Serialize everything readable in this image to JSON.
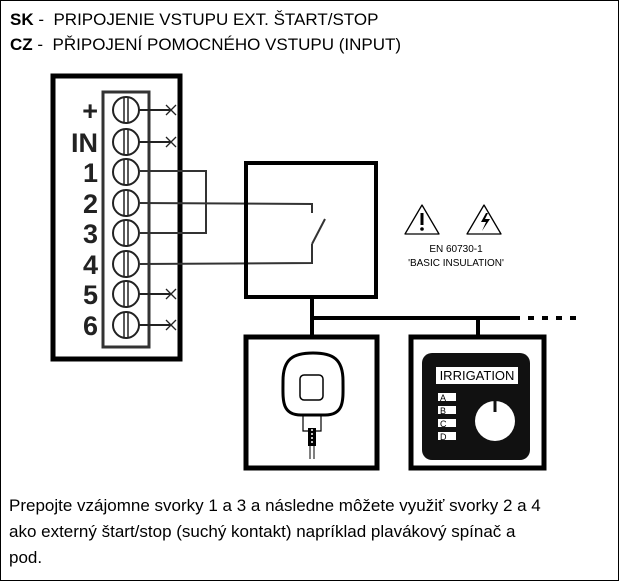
{
  "header": {
    "sk_code": "SK",
    "sk_text": "PRIPOJENIE VSTUPU EXT. ŠTART/STOP",
    "cz_code": "CZ",
    "cz_text": "PŘIPOJENÍ POMOCNÉHO VSTUPU (INPUT)"
  },
  "terminals": [
    "+",
    "IN",
    "1",
    "2",
    "3",
    "4",
    "5",
    "6"
  ],
  "warning": {
    "standard": "EN 60730-1",
    "insulation": "'BASIC INSULATION'"
  },
  "controller": {
    "title": "IRRIGATION",
    "zones": [
      "A",
      "B",
      "C",
      "D"
    ]
  },
  "description": {
    "lines": [
      "Prepojte vzájomne svorky 1 a 3 a následne môžete využiť svorky 2 a 4",
      "ako externý štart/stop (suchý kontakt) napríklad plavákový spínač a",
      "pod."
    ]
  }
}
